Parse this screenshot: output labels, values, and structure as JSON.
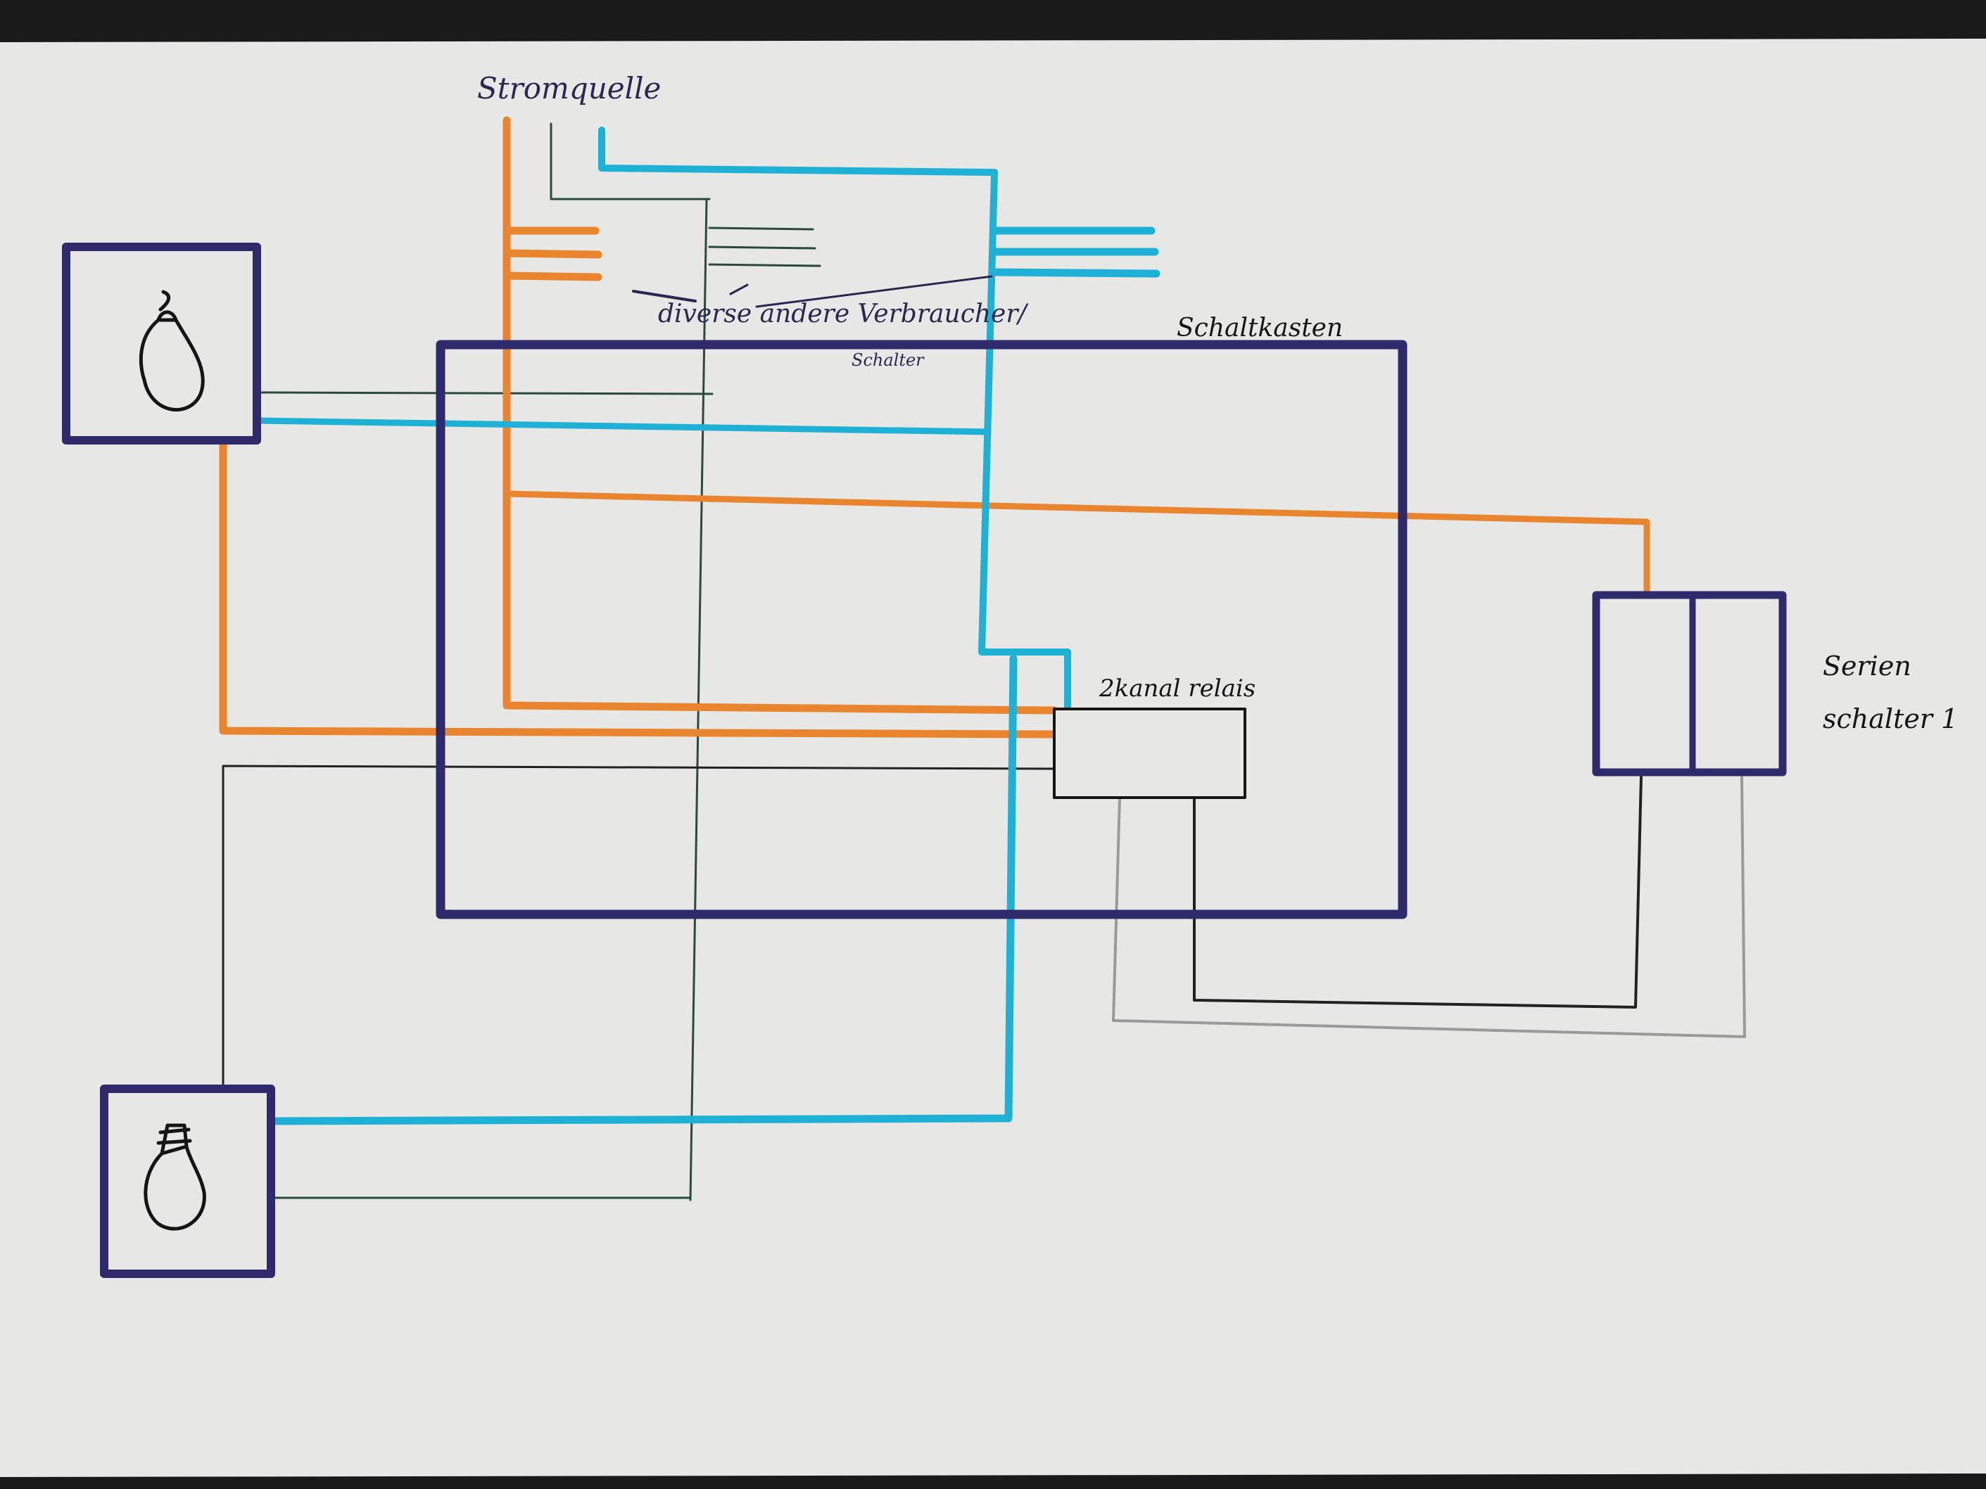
{
  "diagram": {
    "labels": {
      "power_source": "Stromquelle",
      "other_loads_line1": "diverse andere Verbraucher/",
      "other_loads_line2": "Schalter",
      "switch_cabinet": "Schaltkasten",
      "relay": "2kanal relais",
      "series_switch_line1": "Serien",
      "series_switch_line2": "schalter 1"
    },
    "components": [
      {
        "id": "lamp-1",
        "type": "lamp"
      },
      {
        "id": "lamp-2",
        "type": "lamp"
      },
      {
        "id": "switch-cabinet",
        "type": "enclosure"
      },
      {
        "id": "relay",
        "type": "2-channel relay"
      },
      {
        "id": "series-switch-1",
        "type": "series switch"
      }
    ],
    "colors": {
      "phase": "#e8852e",
      "neutral": "#1fb0d6",
      "earth_signal": "#2b4a3e",
      "enclosure": "#2e2a6b",
      "pencil": "#9a9a9a",
      "paper": "#e7e7e5"
    }
  }
}
